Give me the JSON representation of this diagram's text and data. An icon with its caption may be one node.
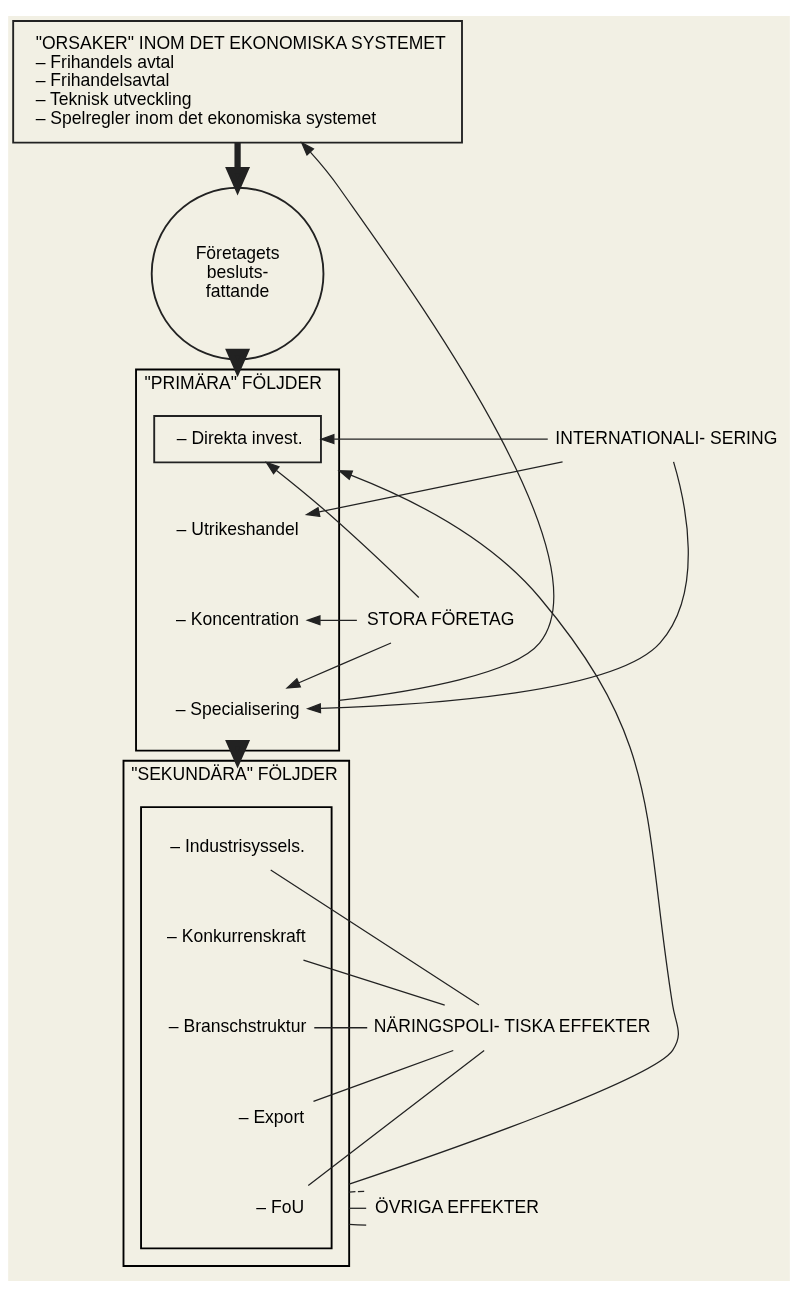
{
  "diagram": {
    "nodes": [
      {
        "text": [
          "\"ORSAKER\" INOM DET EKONOMISKA SYSTEMET",
          "– Frihandels avtal",
          "– Frihandelsavtal",
          "– Teknisk utveckling",
          "– Spelregler inom det ekonomiska systemet"
        ]
      },
      {
        "text": [
          "Företagets besluts- fattande"
        ]
      },
      {
        "text": [
          "\"PRIMÄRA\" FÖLJDER"
        ]
      },
      {
        "text": [
          "– Direkta invest."
        ],
        "in": 2
      },
      {
        "text": [
          "– Utrikeshandel"
        ],
        "in": 2
      },
      {
        "text": [
          "– Koncentration"
        ],
        "in": 2
      },
      {
        "text": [
          "– Specialisering"
        ],
        "in": 2
      },
      {
        "text": [
          "INTERNATIONALI- SERING"
        ]
      },
      {
        "text": [
          "STORA FÖRETAG"
        ]
      },
      {
        "text": [
          "\"SEKUNDÄRA\" FÖLJDER"
        ]
      },
      {
        "text": [],
        "shape": "box",
        "in": 9
      },
      {
        "text": [
          "– Industrisyssels."
        ],
        "in": 10
      },
      {
        "text": [
          "– Konkurrenskraft"
        ],
        "in": 10
      },
      {
        "text": [
          "– Branschstruktur"
        ],
        "in": 10
      },
      {
        "text": [
          "– Export"
        ],
        "in": 10
      },
      {
        "text": [
          "– FoU"
        ],
        "in": 10
      },
      {
        "text": [
          "NÄRINGSPOLI- TISKA EFFEKTER"
        ]
      },
      {
        "text": [
          "ÖVRIGA EFFEKTER"
        ]
      }
    ],
    "edges": [
      {
        "from": 0,
        "to": 1,
        "arrow": "to",
        "style": "thick"
      },
      {
        "from": 1,
        "to": 2,
        "arrow": "to",
        "style": "thick"
      },
      {
        "from": 2,
        "to": 9,
        "arrow": "to",
        "style": "thick"
      },
      {
        "from": 2,
        "to": 0,
        "arrow": "to"
      },
      {
        "from": 9,
        "to": 2,
        "arrow": "to"
      },
      {
        "from": 7,
        "to": 3,
        "arrow": "to"
      },
      {
        "from": 7,
        "to": 4,
        "arrow": "to"
      },
      {
        "from": 7,
        "to": 6,
        "arrow": "to"
      },
      {
        "from": 8,
        "to": 3,
        "arrow": "to"
      },
      {
        "from": 8,
        "to": 5,
        "arrow": "to"
      },
      {
        "from": 8,
        "to": 6,
        "arrow": "to"
      },
      {
        "from": 11,
        "to": 16,
        "arrow": "none"
      },
      {
        "from": 12,
        "to": 16,
        "arrow": "none"
      },
      {
        "from": 13,
        "to": 16,
        "arrow": "none"
      },
      {
        "from": 14,
        "to": 16,
        "arrow": "none"
      },
      {
        "from": 15,
        "to": 16,
        "arrow": "none"
      },
      {
        "from": 9,
        "to": 17,
        "arrow": "none"
      },
      {
        "from": 9,
        "to": 17,
        "arrow": "none"
      },
      {
        "from": 9,
        "to": 17,
        "arrow": "none",
        "style": "dashed"
      }
    ]
  }
}
